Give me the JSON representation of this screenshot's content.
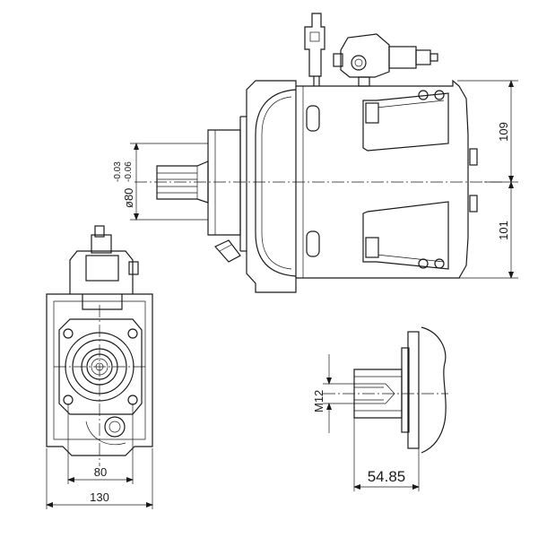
{
  "dimensions": {
    "upper_height": "109",
    "lower_height": "101",
    "shaft_diameter": "ø80",
    "shaft_tolerance_upper": "-0.03",
    "shaft_tolerance_lower": "-0.06",
    "flange_bolt_spacing": "80",
    "overall_width": "130",
    "thread_size": "M12",
    "shaft_length": "54.85"
  }
}
